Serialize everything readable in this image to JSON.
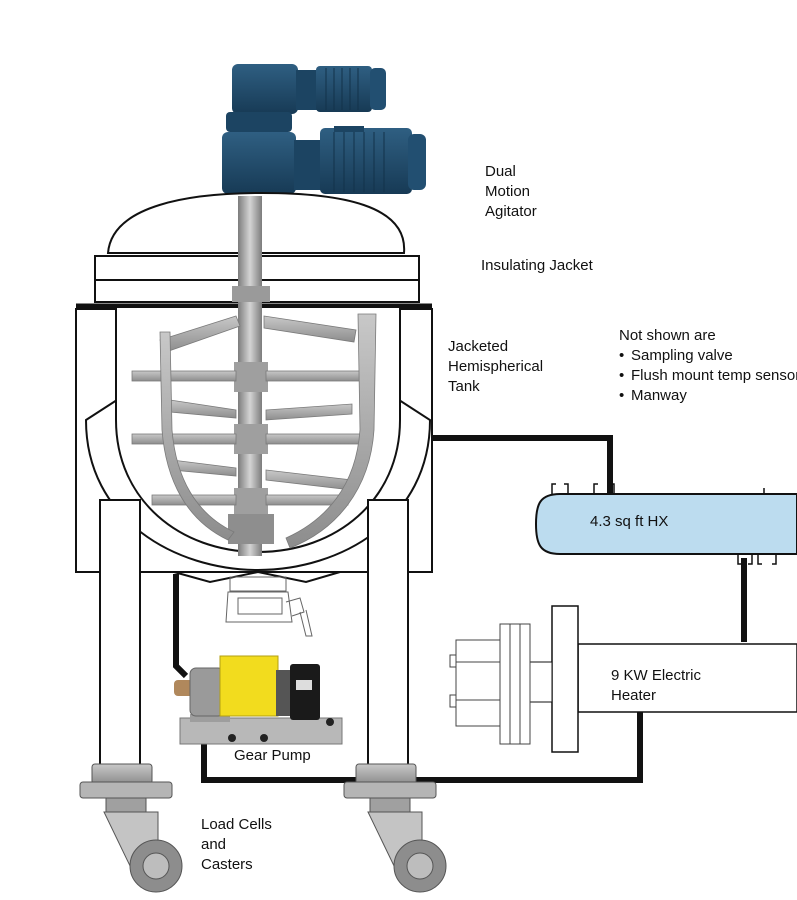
{
  "labels": {
    "agitator": [
      "Dual",
      "Motion",
      "Agitator"
    ],
    "insulating_jacket": "Insulating Jacket",
    "tank": [
      "Jacketed",
      "Hemispherical",
      "Tank"
    ],
    "heat_exchanger": "4.3 sq ft HX",
    "heater": [
      "9 KW Electric",
      "Heater"
    ],
    "gear_pump": "Gear Pump",
    "load_cells": [
      "Load Cells",
      "and",
      "Casters"
    ]
  },
  "notes": {
    "title": "Not shown are",
    "items": [
      "Sampling valve",
      "Flush mount temp sensor",
      "Manway"
    ]
  },
  "colors": {
    "motor": "#1f4866",
    "pump_body": "#f2dc1e",
    "hx_fill": "#bcdcef",
    "pipe": "#111111",
    "steel": "#a9a9a9"
  }
}
